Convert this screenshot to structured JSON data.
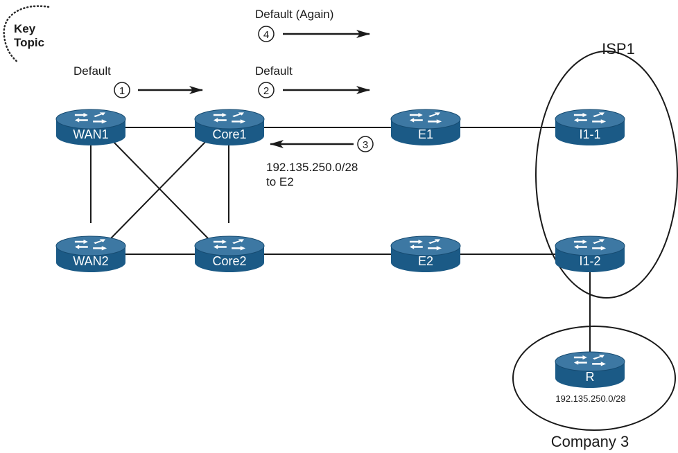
{
  "key_topic": {
    "line1": "Key",
    "line2": "Topic"
  },
  "clouds": {
    "isp": "ISP1",
    "company": "Company 3",
    "company_prefix": "192.135.250.0/28"
  },
  "routers": {
    "wan1": "WAN1",
    "wan2": "WAN2",
    "core1": "Core1",
    "core2": "Core2",
    "e1": "E1",
    "e2": "E2",
    "i11": "I1-1",
    "i12": "I1-2",
    "r": "R"
  },
  "steps": [
    {
      "number": "1",
      "label": "Default"
    },
    {
      "number": "2",
      "label": "Default"
    },
    {
      "number": "3",
      "label_line1": "192.135.250.0/28",
      "label_line2": "to E2"
    },
    {
      "number": "4",
      "label": "Default (Again)"
    }
  ],
  "colors": {
    "router_top": "#3d78a3",
    "router_body": "#1b5a86",
    "router_bottom": "#154a70",
    "line": "#1a1a1a",
    "key_topic_dots": "#2a2a2a"
  }
}
